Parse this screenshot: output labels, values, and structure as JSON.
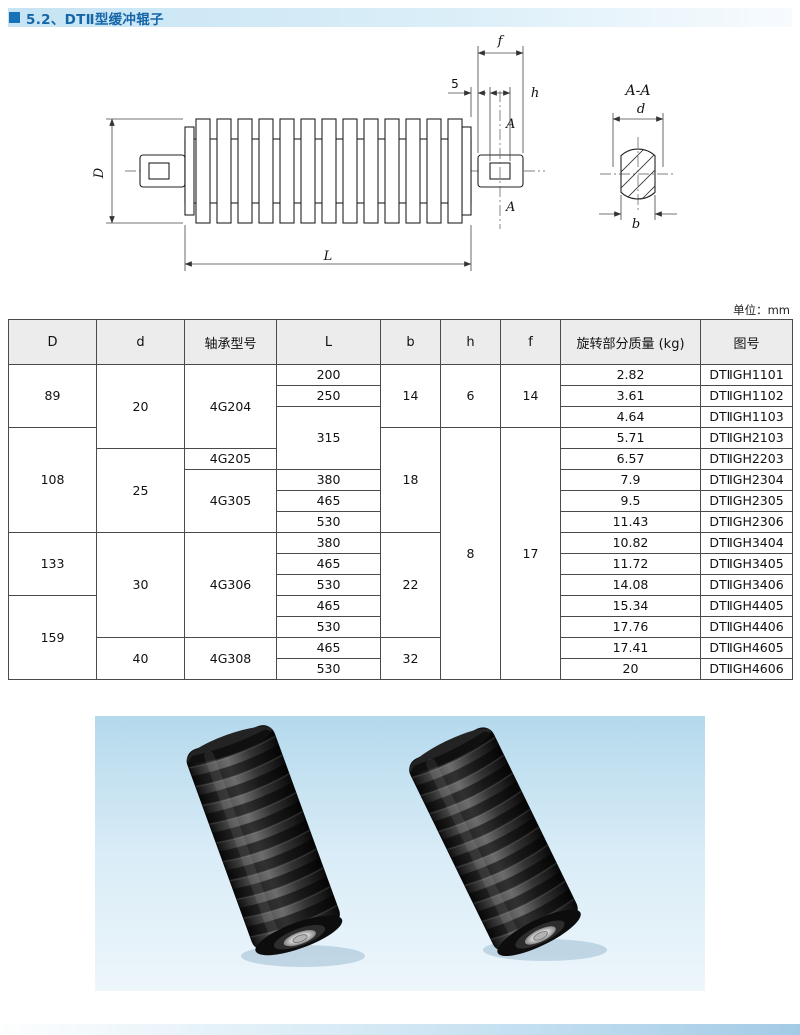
{
  "header": {
    "title": "5.2、DTⅡ型缓冲辊子"
  },
  "unit_note": "单位：mm",
  "colors": {
    "accent_blue": "#1872b8",
    "header_text_blue": "#1565a9",
    "table_header_bg": "#ececec",
    "photo_bg_blue": "#bcdff0"
  },
  "drawing": {
    "label_f": "f",
    "label_5": "5",
    "label_h": "h",
    "label_A_top": "A",
    "label_A_bottom": "A",
    "label_AA": "A-A",
    "label_d": "d",
    "label_b": "b",
    "label_D": "D",
    "label_L": "L"
  },
  "table": {
    "headers": [
      "D",
      "d",
      "轴承型号",
      "L",
      "b",
      "h",
      "f",
      "旋转部分质量 (kg)",
      "图号"
    ],
    "rows": [
      [
        {
          "t": "89",
          "rs": 3
        },
        {
          "t": "20",
          "rs": 4
        },
        {
          "t": "4G204",
          "rs": 4
        },
        {
          "t": "200"
        },
        {
          "t": "14",
          "rs": 3
        },
        {
          "t": "6",
          "rs": 3
        },
        {
          "t": "14",
          "rs": 3
        },
        {
          "t": "2.82"
        },
        {
          "t": "DTⅡGH1101"
        }
      ],
      [
        {
          "t": "250"
        },
        {
          "t": "3.61"
        },
        {
          "t": "DTⅡGH1102"
        }
      ],
      [
        {
          "t": "315",
          "rs": 3
        },
        {
          "t": "4.64"
        },
        {
          "t": "DTⅡGH1103"
        }
      ],
      [
        {
          "t": "108",
          "rs": 5
        },
        {
          "t": "18",
          "rs": 5
        },
        {
          "t": "8",
          "rs": 12
        },
        {
          "t": "17",
          "rs": 12
        },
        {
          "t": "5.71"
        },
        {
          "t": "DTⅡGH2103"
        }
      ],
      [
        {
          "t": "25",
          "rs": 4
        },
        {
          "t": "4G205"
        },
        {
          "t": "6.57"
        },
        {
          "t": "DTⅡGH2203"
        }
      ],
      [
        {
          "t": "4G305",
          "rs": 3
        },
        {
          "t": "380"
        },
        {
          "t": "7.9"
        },
        {
          "t": "DTⅡGH2304"
        }
      ],
      [
        {
          "t": "465"
        },
        {
          "t": "9.5"
        },
        {
          "t": "DTⅡGH2305"
        }
      ],
      [
        {
          "t": "530"
        },
        {
          "t": "11.43"
        },
        {
          "t": "DTⅡGH2306"
        }
      ],
      [
        {
          "t": "133",
          "rs": 3
        },
        {
          "t": "30",
          "rs": 5
        },
        {
          "t": "4G306",
          "rs": 5
        },
        {
          "t": "380"
        },
        {
          "t": "22",
          "rs": 5
        },
        {
          "t": "10.82"
        },
        {
          "t": "DTⅡGH3404"
        }
      ],
      [
        {
          "t": "465"
        },
        {
          "t": "11.72"
        },
        {
          "t": "DTⅡGH3405"
        }
      ],
      [
        {
          "t": "530"
        },
        {
          "t": "14.08"
        },
        {
          "t": "DTⅡGH3406"
        }
      ],
      [
        {
          "t": "159",
          "rs": 4
        },
        {
          "t": "465"
        },
        {
          "t": "15.34"
        },
        {
          "t": "DTⅡGH4405"
        }
      ],
      [
        {
          "t": "530"
        },
        {
          "t": "17.76"
        },
        {
          "t": "DTⅡGH4406"
        }
      ],
      [
        {
          "t": "40",
          "rs": 2
        },
        {
          "t": "4G308",
          "rs": 2
        },
        {
          "t": "465"
        },
        {
          "t": "32",
          "rs": 2
        },
        {
          "t": "17.41"
        },
        {
          "t": "DTⅡGH4605"
        }
      ],
      [
        {
          "t": "530"
        },
        {
          "t": "20"
        },
        {
          "t": "DTⅡGH4606"
        }
      ]
    ]
  }
}
